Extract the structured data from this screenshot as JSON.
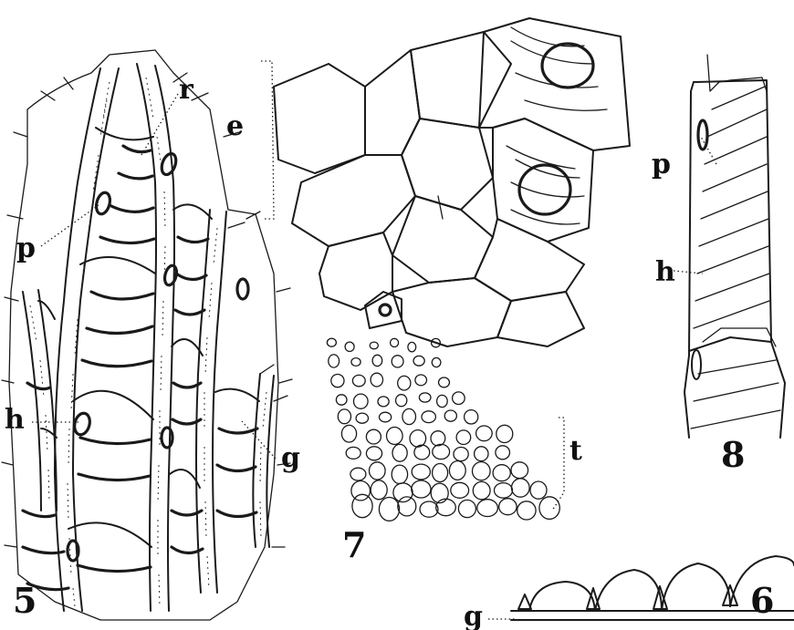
{
  "figure_numbers": {
    "fig5": "5",
    "fig6": "6",
    "fig7": "7",
    "fig8": "8"
  },
  "labels": {
    "fig5_r": "r",
    "fig5_p": "p",
    "fig5_h": "h",
    "fig5_g": "g",
    "fig6_g": "g",
    "fig7_e": "e",
    "fig7_t": "t",
    "fig8_p": "p",
    "fig8_h": "h"
  }
}
